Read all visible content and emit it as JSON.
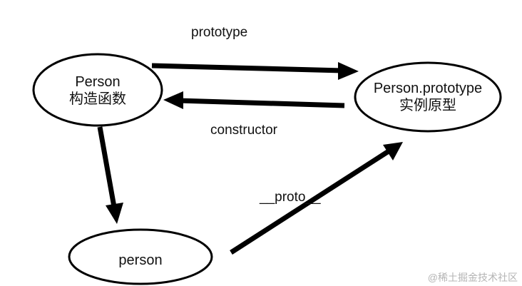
{
  "nodes": {
    "constructor": {
      "line1": "Person",
      "line2": "构造函数"
    },
    "prototype": {
      "line1": "Person.prototype",
      "line2": "实例原型"
    },
    "instance": {
      "line1": "person"
    }
  },
  "edges": {
    "prototype_label": "prototype",
    "constructor_label": "constructor",
    "proto_label": "__proto__"
  },
  "watermark": "@稀土掘金技术社区",
  "colors": {
    "stroke": "#000000",
    "text": "#111111",
    "watermark": "#b4b4b4"
  }
}
